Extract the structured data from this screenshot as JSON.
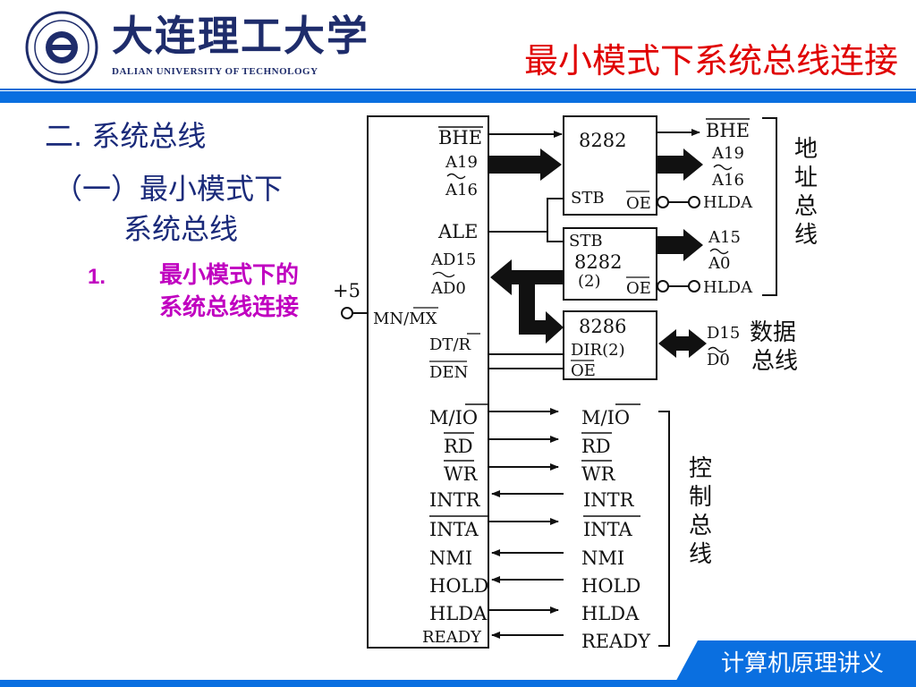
{
  "header": {
    "university_cn": "大连理工大学",
    "university_en": "DALIAN UNIVERSITY OF TECHNOLOGY",
    "title": "最小模式下系统总线连接"
  },
  "outline": {
    "heading_1": "二.  系统总线",
    "heading_2_line1": "（一）最小模式下",
    "heading_2_line2": "系统总线",
    "item_number": "1.",
    "item_text": "最小模式下的系统总线连接"
  },
  "diagram": {
    "cpu_pins": {
      "bhe": "BHE",
      "a19": "A19",
      "a16": "A16",
      "ale": "ALE",
      "ad15": "AD15",
      "ad0": "AD0",
      "mnmx": "MN/MX",
      "dtr": "DT/R",
      "den": "DEN",
      "plus5": "+5",
      "mio": "M/IO",
      "rd": "RD",
      "wr": "WR",
      "intr": "INTR",
      "inta": "INTA",
      "nmi": "NMI",
      "hold": "HOLD",
      "hlda": "HLDA",
      "ready": "READY"
    },
    "latch1": {
      "name": "8282",
      "stb": "STB",
      "oe": "OE"
    },
    "latch2": {
      "name": "8282",
      "sub": "(2)",
      "stb": "STB",
      "oe": "OE"
    },
    "transceiver": {
      "name": "8286",
      "dir": "DIR(2)",
      "oe": "OE"
    },
    "address_out": {
      "bhe": "BHE",
      "a19": "A19",
      "a16": "A16",
      "a15": "A15",
      "a0": "A0",
      "hlda1": "HLDA",
      "hlda2": "HLDA"
    },
    "data_out": {
      "d15": "D15",
      "d0": "D0"
    },
    "address_bus_label": [
      "地",
      "址",
      "总",
      "线"
    ],
    "data_bus_label_1": "数据",
    "data_bus_label_2": "总线",
    "control_bus_label": [
      "控",
      "制",
      "总",
      "线"
    ],
    "control_out": {
      "mio": "M/IO",
      "rd": "RD",
      "wr": "WR",
      "intr": "INTR",
      "inta": "INTA",
      "nmi": "NMI",
      "hold": "HOLD",
      "hlda": "HLDA",
      "ready": "READY"
    }
  },
  "footer": {
    "label": "计算机原理讲义"
  },
  "colors": {
    "accent_blue": "#0a6fe0",
    "title_red": "#e00000",
    "navy": "#1a2a7a",
    "magenta": "#c000c0"
  }
}
